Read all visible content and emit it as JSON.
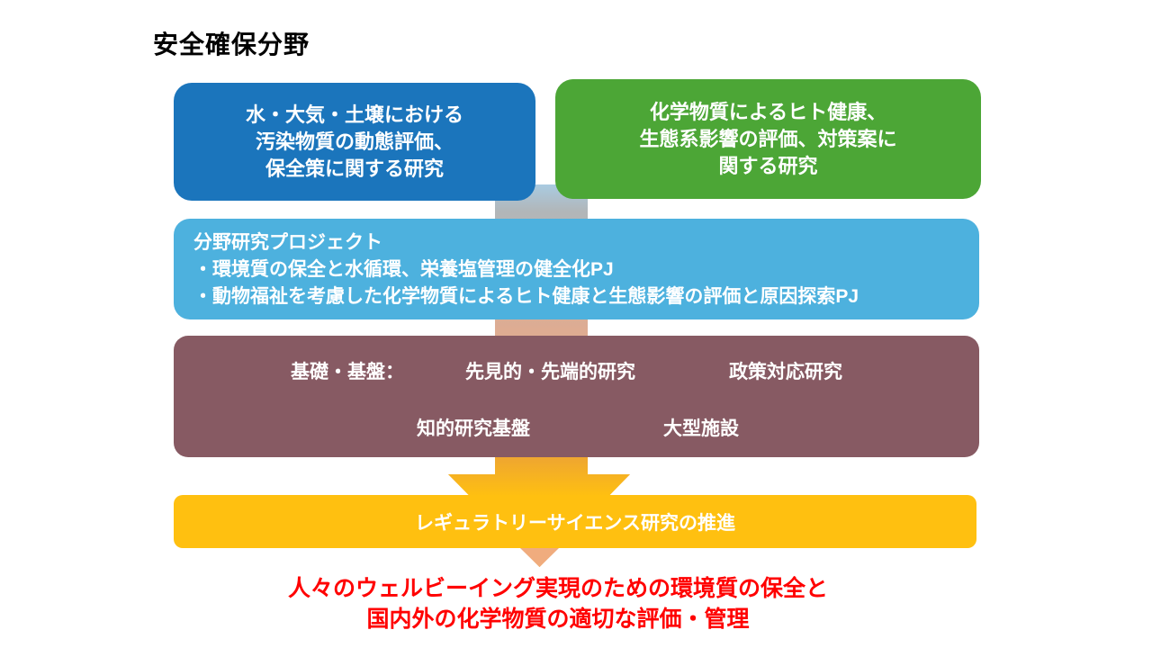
{
  "slide": {
    "title": "安全確保分野"
  },
  "top_boxes": [
    {
      "name": "water-air-soil-box",
      "color": "#1B75BC",
      "lines": [
        "水・大気・土壌における",
        "汚染物質の動態評価、",
        "保全策に関する研究"
      ]
    },
    {
      "name": "chemical-health-box",
      "color": "#4CA636",
      "lines": [
        "化学物質によるヒト健康、",
        "生態系影響の評価、対策案に",
        "関する研究"
      ]
    }
  ],
  "project_box": {
    "color": "#4DB1DE",
    "heading": "分野研究プロジェクト",
    "items": [
      "・環境質の保全と水循環、栄養塩管理の健全化PJ",
      "・動物福祉を考慮した化学物質によるヒト健康と生態影響の評価と原因探索PJ"
    ]
  },
  "foundation_box": {
    "color": "#875A63",
    "label": "基礎・基盤：",
    "row1": [
      "先見的・先端的研究",
      "政策対応研究"
    ],
    "row2": [
      "知的研究基盤",
      "大型施設"
    ]
  },
  "promotion_box": {
    "color": "#FFC010",
    "label": "レギュラトリーサイエンス研究の推進"
  },
  "goal_text": {
    "color": "#FF0000",
    "lines": [
      "人々のウェルビーイング実現のための環境質の保全と",
      "国内外の化学物質の適切な評価・管理"
    ]
  },
  "arrow_colors": {
    "top_blue": "#A9CBE1",
    "gray": "#B1B6B9",
    "tan": "#DEAC92",
    "gold_dark": "#EDA433",
    "gold": "#FFC010",
    "peach_tip": "#F0AC7E"
  }
}
